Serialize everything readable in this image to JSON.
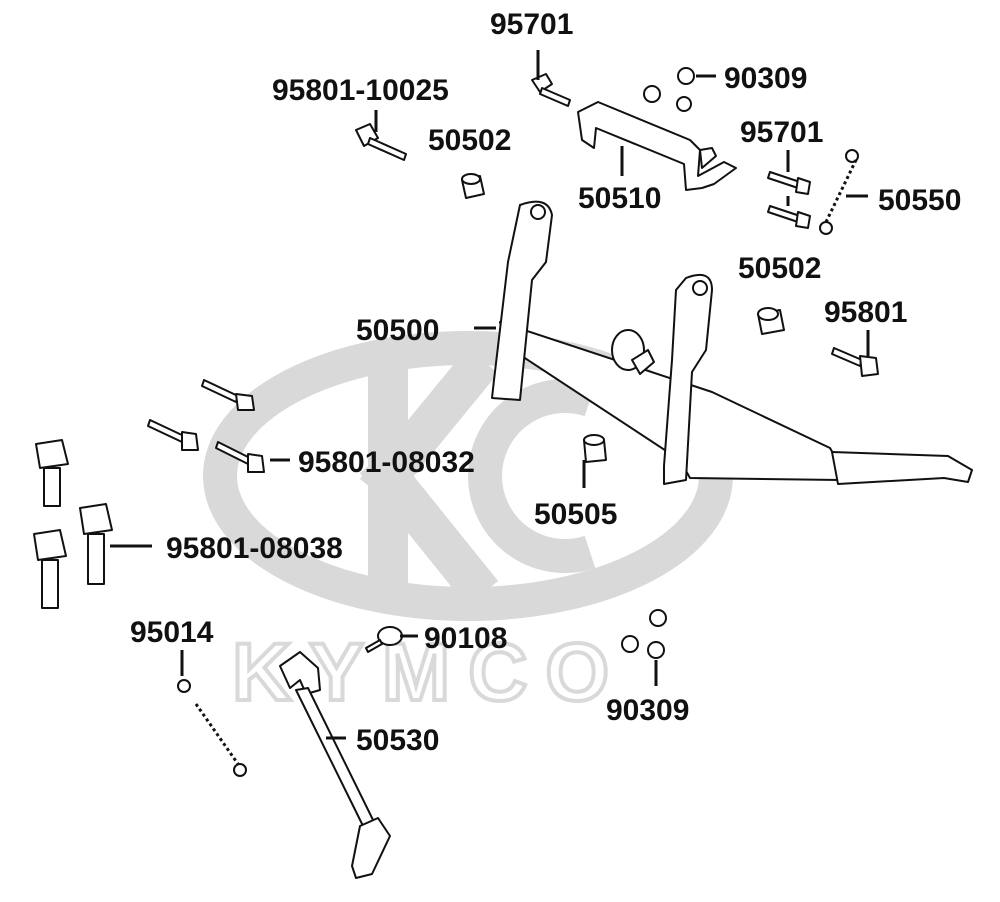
{
  "watermark": {
    "brand": "KYMCO",
    "color": "#d9d9d9"
  },
  "parts": [
    {
      "id": "95701_top",
      "number": "95701"
    },
    {
      "id": "90309_top",
      "number": "90309"
    },
    {
      "id": "95801_10025",
      "number": "95801-10025"
    },
    {
      "id": "50502_left",
      "number": "50502"
    },
    {
      "id": "50510",
      "number": "50510"
    },
    {
      "id": "95701_right",
      "number": "95701"
    },
    {
      "id": "50550",
      "number": "50550"
    },
    {
      "id": "50502_right",
      "number": "50502"
    },
    {
      "id": "95801",
      "number": "95801"
    },
    {
      "id": "50500",
      "number": "50500"
    },
    {
      "id": "95801_08032",
      "number": "95801-08032"
    },
    {
      "id": "50505",
      "number": "50505"
    },
    {
      "id": "95801_08038",
      "number": "95801-08038"
    },
    {
      "id": "95014",
      "number": "95014"
    },
    {
      "id": "90108",
      "number": "90108"
    },
    {
      "id": "50530",
      "number": "50530"
    },
    {
      "id": "90309_bottom",
      "number": "90309"
    }
  ]
}
